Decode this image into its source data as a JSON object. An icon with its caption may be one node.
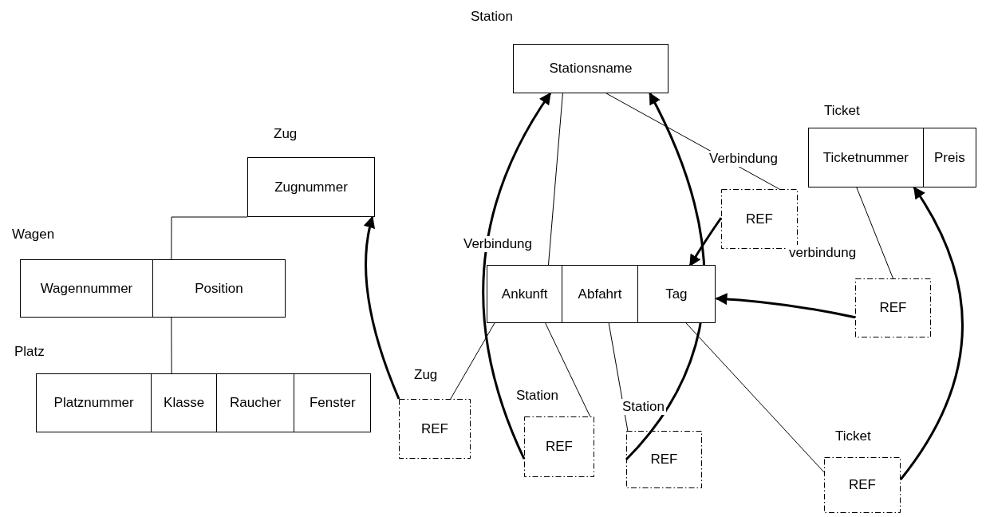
{
  "diagram": {
    "nodes": [
      {
        "text": [
          "Station",
          "Stationsname"
        ]
      },
      {
        "text": [
          "Ticket"
        ]
      },
      {
        "text": [
          "Ticketnummer"
        ],
        "in": 1
      },
      {
        "text": [
          "Preis"
        ],
        "in": 1
      },
      {
        "text": [
          "Zug",
          "Zugnummer"
        ]
      },
      {
        "text": [
          "Verbindung",
          "REF"
        ]
      },
      {
        "text": [
          "Wagen"
        ]
      },
      {
        "text": [
          "Wagennummer"
        ],
        "in": 6
      },
      {
        "text": [
          "Position"
        ],
        "in": 6
      },
      {
        "text": [
          "Verbindung"
        ]
      },
      {
        "text": [
          "Ankunft"
        ],
        "in": 9
      },
      {
        "text": [
          "Abfahrt"
        ],
        "in": 9
      },
      {
        "text": [
          "Tag"
        ],
        "in": 9
      },
      {
        "text": [
          "verbindung",
          "REF"
        ]
      },
      {
        "text": [
          "Platz"
        ]
      },
      {
        "text": [
          "Platznummer"
        ],
        "in": 14
      },
      {
        "text": [
          "Klasse"
        ],
        "in": 14
      },
      {
        "text": [
          "Raucher"
        ],
        "in": 14
      },
      {
        "text": [
          "Fenster"
        ],
        "in": 14
      },
      {
        "text": [
          "Zug",
          "REF"
        ]
      },
      {
        "text": [
          "Station",
          "REF"
        ]
      },
      {
        "text": [
          "Station",
          "REF"
        ]
      },
      {
        "text": [
          "Ticket",
          "REF"
        ]
      }
    ],
    "edges": [
      {
        "from": 4,
        "to": 6,
        "arrow": "none"
      },
      {
        "from": 6,
        "to": 14,
        "arrow": "none"
      },
      {
        "from": 0,
        "to": 9,
        "arrow": "none"
      },
      {
        "from": 0,
        "to": 5,
        "arrow": "none"
      },
      {
        "from": 5,
        "to": 12,
        "arrow": "to",
        "style": "thick"
      },
      {
        "from": 2,
        "to": 13,
        "arrow": "none"
      },
      {
        "from": 13,
        "to": 12,
        "arrow": "to",
        "style": "thick"
      },
      {
        "from": 10,
        "to": 19,
        "arrow": "none"
      },
      {
        "from": 10,
        "to": 20,
        "arrow": "none"
      },
      {
        "from": 11,
        "to": 21,
        "arrow": "none"
      },
      {
        "from": 12,
        "to": 22,
        "arrow": "none"
      },
      {
        "from": 19,
        "to": 4,
        "arrow": "to",
        "style": "thick"
      },
      {
        "from": 20,
        "to": 0,
        "arrow": "to",
        "style": "thick"
      },
      {
        "from": 21,
        "to": 0,
        "arrow": "to",
        "style": "thick"
      },
      {
        "from": 22,
        "to": 1,
        "arrow": "to",
        "style": "thick"
      }
    ]
  }
}
